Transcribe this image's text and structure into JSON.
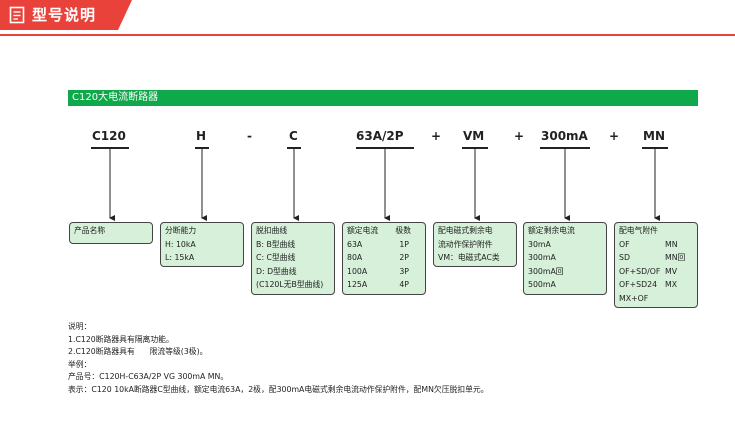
{
  "header": {
    "title": "型号说明",
    "icon": "document-icon",
    "accent_color": "#e8423a"
  },
  "section": {
    "title": "C120大电流断路器",
    "color": "#0fa84a"
  },
  "codes": [
    "C120",
    "H",
    "-",
    "C",
    "63A/2P",
    "+",
    "VM",
    "+",
    "300mA",
    "+",
    "MN"
  ],
  "boxes": {
    "product": {
      "title": "产品名称"
    },
    "breaking": {
      "title": "分断能力",
      "lines": [
        "H: 10kA",
        "L: 15kA"
      ]
    },
    "curve": {
      "title": "脱扣曲线",
      "lines": [
        "B: B型曲线",
        "C: C型曲线",
        "D: D型曲线",
        "(C120L无B型曲线)"
      ]
    },
    "rating": {
      "headers": [
        "额定电流",
        "极数"
      ],
      "rows": [
        [
          "63A",
          "1P"
        ],
        [
          "80A",
          "2P"
        ],
        [
          "100A",
          "3P"
        ],
        [
          "125A",
          "4P"
        ]
      ]
    },
    "vm": {
      "lines": [
        "配电磁式剩余电",
        "流动作保护附件",
        "VM：电磁式AC类"
      ]
    },
    "residual": {
      "title": "额定剩余电流",
      "lines": [
        "30mA",
        "300mA",
        "300mA回",
        "500mA"
      ]
    },
    "accessory": {
      "title": "配电气附件",
      "rows": [
        [
          "OF",
          "MN"
        ],
        [
          "SD",
          "MN回"
        ],
        [
          "OF+SD/OF",
          "MV"
        ],
        [
          "OF+SD24",
          "MX"
        ],
        [
          "MX+OF",
          ""
        ]
      ]
    }
  },
  "notes": {
    "heading": "说明：",
    "item1": "1.C120断路器具有隔离功能。",
    "item2": "2.C120断路器具有      限流等级(3极)。",
    "example_heading": "举例：",
    "product_code": "产品号：C120H-C63A/2P VG 300mA MN。",
    "meaning": "表示：C120 10kA断路器C型曲线，额定电流63A，2极，配300mA电磁式剩余电流动作保护附件，配MN欠压脱扣单元。"
  }
}
